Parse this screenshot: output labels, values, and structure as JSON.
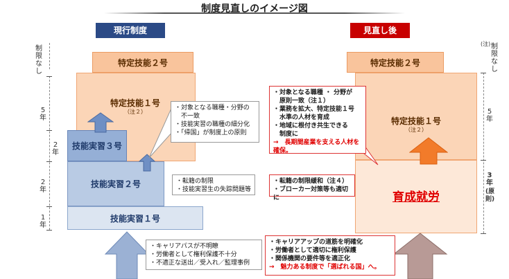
{
  "title": "制度見直しのイメージ図",
  "headers": {
    "current": "現行制度",
    "revised": "見直し後"
  },
  "left_scale": {
    "unlimited": "制限なし",
    "five_years": "5年",
    "two_years_a": "2年",
    "two_years_b": "2年",
    "one_year": "1年"
  },
  "right_scale": {
    "unlimited_note": "(注)",
    "unlimited": "制限なし",
    "five_years": "5年",
    "three_years": "3年",
    "principle": "(原則)"
  },
  "current": {
    "ssw2": "特定技能２号",
    "ssw1": "特定技能１号",
    "ssw1_note": "（注２）",
    "tit3": "技能実習３号",
    "tit2": "技能実習２号",
    "tit1": "技能実習１号"
  },
  "revised": {
    "ssw2": "特定技能２号",
    "ssw1": "特定技能１号",
    "ssw1_note": "（注２）",
    "ikusei": "育成就労"
  },
  "notes_left": {
    "ssw1_issues": [
      "・対象となる職種・分野の",
      "　不一致",
      "・技能実習の職種の細分化",
      "・「帰国」が制度上の原則"
    ],
    "tit2_issues": [
      "・転籍の制限",
      "・技能実習生の失踪問題等"
    ],
    "base_issues": [
      "・キャリアパスが不明瞭",
      "・労働者として権利保護不十分",
      "・不適正な送出／受入れ／監理事例"
    ]
  },
  "notes_right": {
    "ssw1_changes": [
      "・対象となる職種 ・ 分野が",
      "　原則一致（注１）",
      "・業務を拡大、特定技能１号",
      "　水準の人材を育成",
      "・地域に根付き共生できる",
      "　制度に"
    ],
    "ssw1_goal": "→　長期間産業を支える人材を確保。",
    "tit2_changes": [
      "・転籍の制限緩和（注４）",
      "・ブローカー対策等も適切に"
    ],
    "base_changes": [
      "・キャリアアップの道筋を明確化",
      "・労働者として適切に権利保護",
      "・関係機関の要件等を適正化"
    ],
    "base_goal": "→　魅力ある制度で「選ばれる国」へ。"
  },
  "colors": {
    "navy": "#2b4a86",
    "red": "#c80000",
    "orange": "#f9c49c",
    "accent_red": "#e00000"
  }
}
